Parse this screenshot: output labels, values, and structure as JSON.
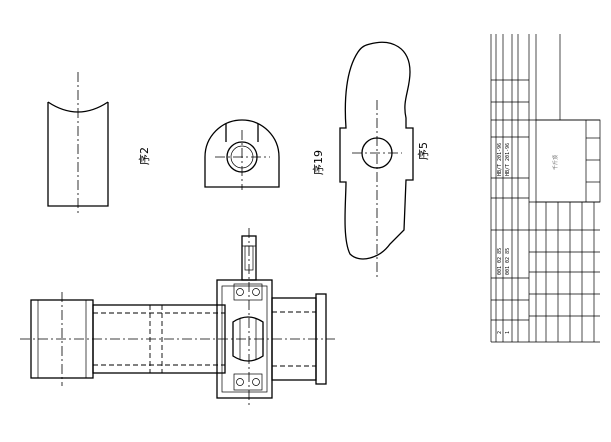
{
  "part_labels": {
    "seq2": "序2",
    "seq19": "序19",
    "seq5": "序5"
  },
  "title_block": {
    "standard_1": "HB/T 201-96",
    "standard_2": "HB/T 201-96",
    "code_1": "001 02 85",
    "code_2": "001 02 85",
    "row_1": "1",
    "row_2": "2",
    "name_field": "千斤顶"
  }
}
